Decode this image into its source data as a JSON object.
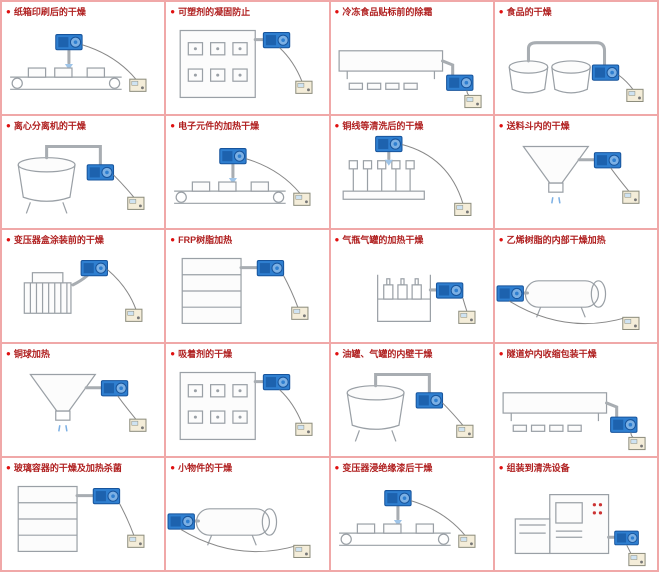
{
  "colors": {
    "grid_border": "#f0a8a8",
    "label_text": "#b02020",
    "bullet": "#e01010",
    "blower_blue": "#2f7fd0"
  },
  "grid": {
    "columns": 4,
    "rows": 5,
    "bullet": "●",
    "cells": [
      {
        "label": "纸箱印刷后的干燥",
        "illustration": "conveyor"
      },
      {
        "label": "可塑剂的凝固防止",
        "illustration": "cabinet"
      },
      {
        "label": "冷冻食品贴标前的除霜",
        "illustration": "tunnel"
      },
      {
        "label": "食品的干燥",
        "illustration": "tanks"
      },
      {
        "label": "离心分离机的干燥",
        "illustration": "tank"
      },
      {
        "label": "电子元件的加热干燥",
        "illustration": "conveyor"
      },
      {
        "label": "铜线等清洗后的干燥",
        "illustration": "rack"
      },
      {
        "label": "送料斗内的干燥",
        "illustration": "hopper"
      },
      {
        "label": "变压器盒涂装前的干燥",
        "illustration": "coil"
      },
      {
        "label": "FRP树脂加热",
        "illustration": "shelf"
      },
      {
        "label": "气瓶气罐的加热干燥",
        "illustration": "bottles"
      },
      {
        "label": "乙烯树脂的内部干燥加热",
        "illustration": "cylinder"
      },
      {
        "label": "铜球加热",
        "illustration": "hopper"
      },
      {
        "label": "吸着剂的干燥",
        "illustration": "cabinet"
      },
      {
        "label": "油罐、气罐的内壁干燥",
        "illustration": "tank"
      },
      {
        "label": "隧道炉内收缩包装干燥",
        "illustration": "tunnel"
      },
      {
        "label": "玻璃容器的干燥及加热杀菌",
        "illustration": "shelf"
      },
      {
        "label": "小物件的干燥",
        "illustration": "cylinder"
      },
      {
        "label": "变压器浸绝缘漆后干燥",
        "illustration": "conveyor"
      },
      {
        "label": "组装到清洗设备",
        "illustration": "machine"
      }
    ]
  }
}
